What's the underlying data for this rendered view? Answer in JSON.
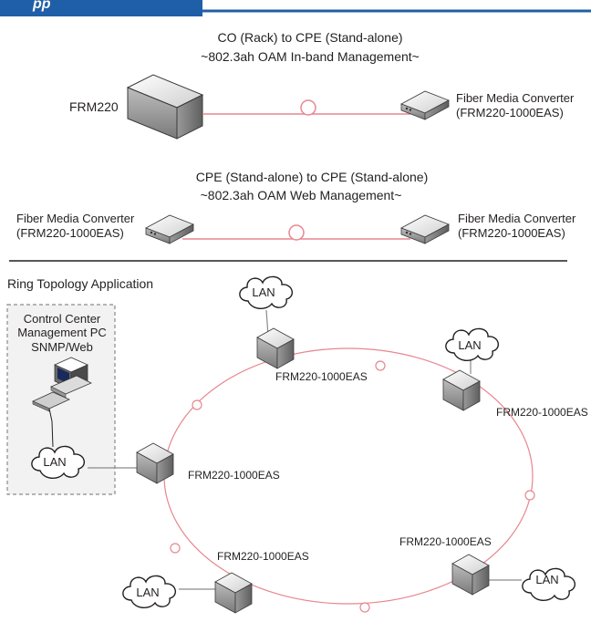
{
  "header": {
    "title_fragment": "pp"
  },
  "section_rack_cpe": {
    "title": "CO (Rack) to CPE (Stand-alone)",
    "subtitle": "~802.3ah OAM In-band Management~",
    "rack_label": "FRM220",
    "converter_label_1": "Fiber Media Converter",
    "converter_label_2": "(FRM220-1000EAS)"
  },
  "section_cpe_cpe": {
    "title": "CPE (Stand-alone) to CPE (Stand-alone)",
    "subtitle": "~802.3ah OAM Web Management~",
    "left_label_1": "Fiber Media Converter",
    "left_label_2": "(FRM220-1000EAS)",
    "right_label_1": "Fiber Media Converter",
    "right_label_2": "(FRM220-1000EAS)"
  },
  "ring": {
    "title": "Ring Topology Application",
    "control_center": [
      "Control Center",
      "Management PC",
      "SNMP/Web"
    ],
    "lan_label": "LAN",
    "node_label": "FRM220-1000EAS"
  },
  "colors": {
    "fiber": "#e8868f",
    "header_blue": "#1f5fa8",
    "line": "#231f20"
  }
}
